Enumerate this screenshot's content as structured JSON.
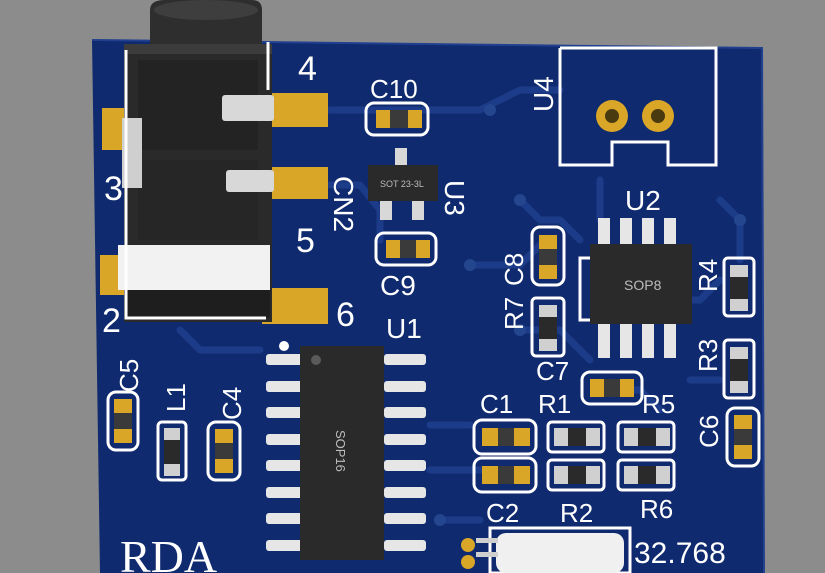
{
  "colors": {
    "background": "#8c8c8c",
    "board": "#0f2a6e",
    "trace": "#1c3c8a",
    "copper": "#d9a628",
    "silkscreen": "#ffffff",
    "chip_body": "#2a2a2a",
    "pin": "#e6e6e6"
  },
  "silkscreen": {
    "cn2_pin4": "4",
    "cn2_pin3": "3",
    "cn2_pin5": "5",
    "cn2_pin2": "2",
    "cn2_pin6": "6",
    "cn2": "CN2",
    "c10": "C10",
    "u3": "U3",
    "c9": "C9",
    "u4": "U4",
    "u2": "U2",
    "c8": "C8",
    "r7": "R7",
    "r4": "R4",
    "r3": "R3",
    "c7": "C7",
    "u1": "U1",
    "c5": "C5",
    "l1": "L1",
    "c4": "C4",
    "c1": "C1",
    "r1": "R1",
    "r5": "R5",
    "c6": "C6",
    "c2": "C2",
    "r2": "R2",
    "r6": "R6",
    "crystal": "32.768",
    "rda": "RDA"
  },
  "packages": {
    "u3": "SOT 23-3L",
    "u2": "SOP8",
    "u1": "SOP16"
  }
}
